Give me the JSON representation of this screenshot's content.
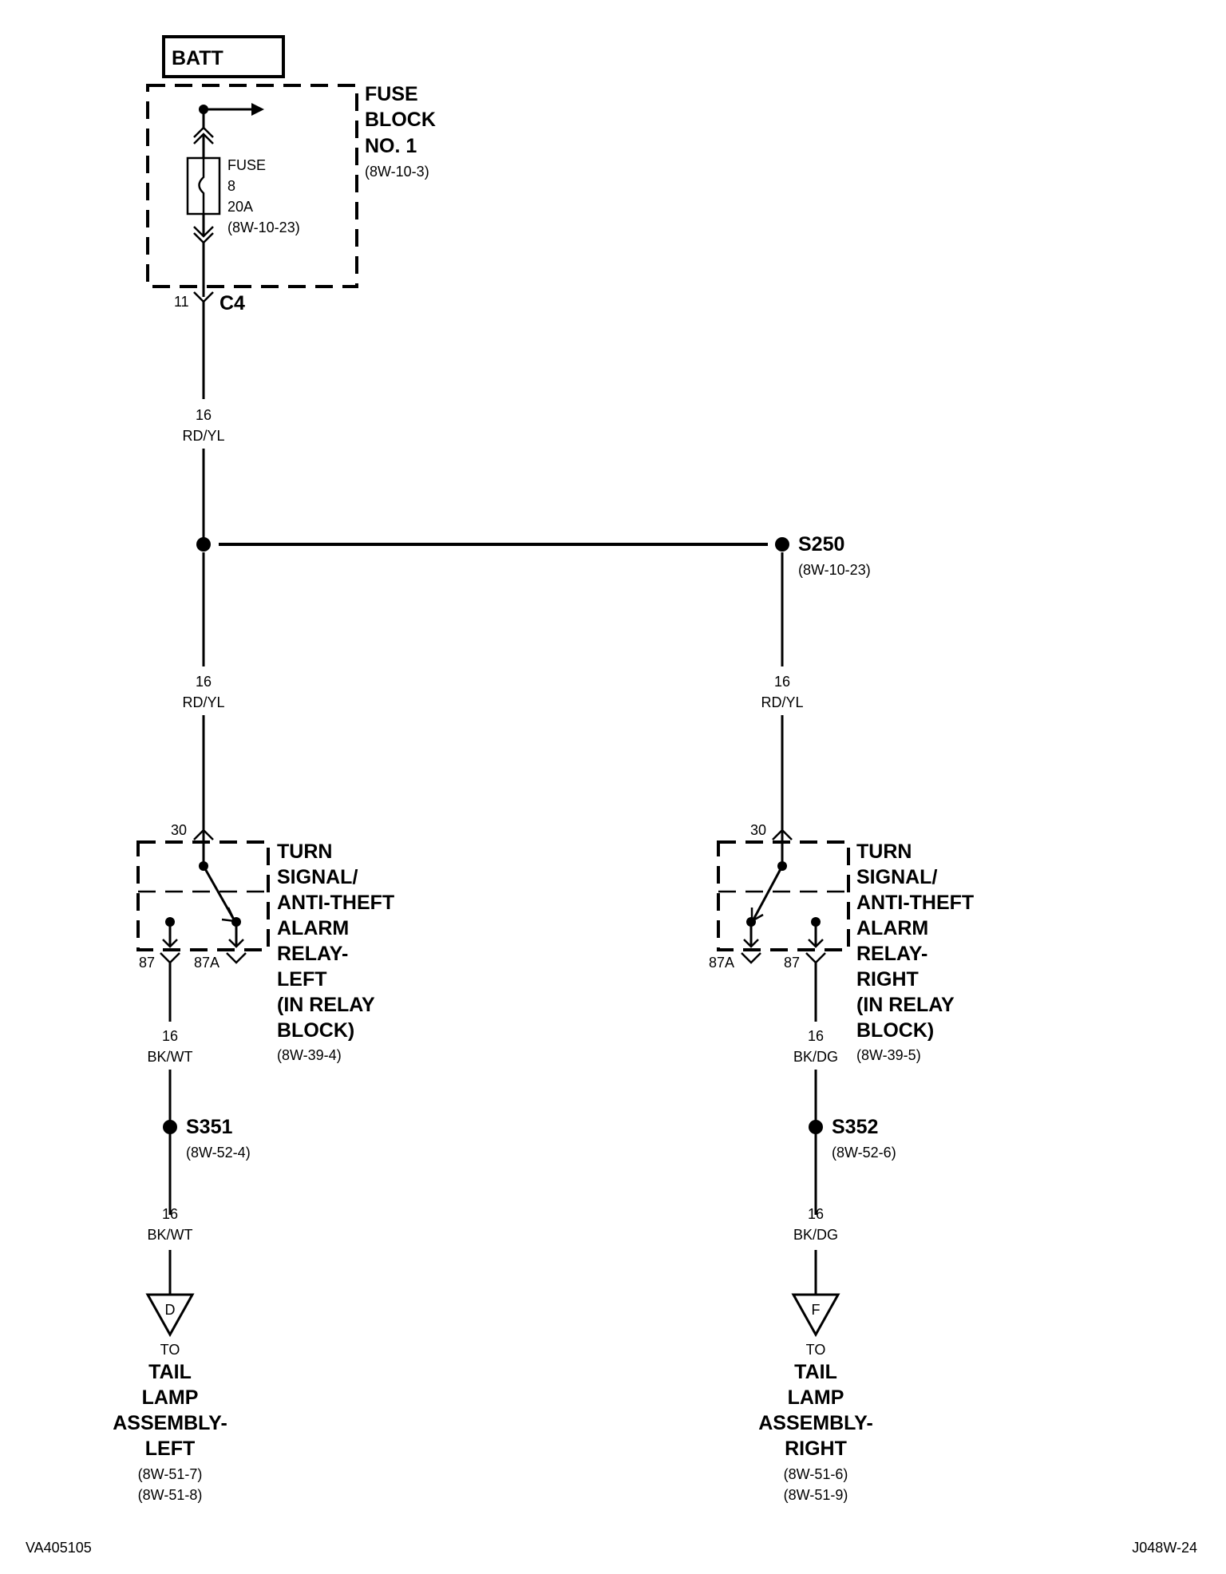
{
  "batt": {
    "label": "BATT"
  },
  "fuse_block": {
    "title_lines": [
      "FUSE",
      "BLOCK",
      "NO. 1"
    ],
    "ref": "(8W-10-3)",
    "fuse_lines": [
      "FUSE",
      "8",
      "20A",
      "(8W-10-23)"
    ],
    "connector_pin": "11",
    "connector": "C4"
  },
  "wires": {
    "main": {
      "gauge": "16",
      "color": "RD/YL"
    },
    "left_upper": {
      "gauge": "16",
      "color": "RD/YL"
    },
    "right_upper": {
      "gauge": "16",
      "color": "RD/YL"
    },
    "left_mid": {
      "gauge": "16",
      "color": "BK/WT"
    },
    "left_lower": {
      "gauge": "16",
      "color": "BK/WT"
    },
    "right_mid": {
      "gauge": "16",
      "color": "BK/DG"
    },
    "right_lower": {
      "gauge": "16",
      "color": "BK/DG"
    }
  },
  "splices": {
    "s250": {
      "name": "S250",
      "ref": "(8W-10-23)"
    },
    "s351": {
      "name": "S351",
      "ref": "(8W-52-4)"
    },
    "s352": {
      "name": "S352",
      "ref": "(8W-52-6)"
    }
  },
  "relay_left": {
    "title_lines": [
      "TURN",
      "SIGNAL/",
      "ANTI-THEFT",
      "ALARM",
      "RELAY-",
      "LEFT",
      "(IN RELAY",
      "BLOCK)"
    ],
    "ref": "(8W-39-4)",
    "pin_30": "30",
    "pin_87": "87",
    "pin_87a": "87A"
  },
  "relay_right": {
    "title_lines": [
      "TURN",
      "SIGNAL/",
      "ANTI-THEFT",
      "ALARM",
      "RELAY-",
      "RIGHT",
      "(IN RELAY",
      "BLOCK)"
    ],
    "ref": "(8W-39-5)",
    "pin_30": "30",
    "pin_87": "87",
    "pin_87a": "87A"
  },
  "dest_left": {
    "letter": "D",
    "to": "TO",
    "title_lines": [
      "TAIL",
      "LAMP",
      "ASSEMBLY-",
      "LEFT"
    ],
    "refs": [
      "(8W-51-7)",
      "(8W-51-8)"
    ]
  },
  "dest_right": {
    "letter": "F",
    "to": "TO",
    "title_lines": [
      "TAIL",
      "LAMP",
      "ASSEMBLY-",
      "RIGHT"
    ],
    "refs": [
      "(8W-51-6)",
      "(8W-51-9)"
    ]
  },
  "footer": {
    "left_code": "VA405105",
    "right_code": "J048W-24"
  }
}
